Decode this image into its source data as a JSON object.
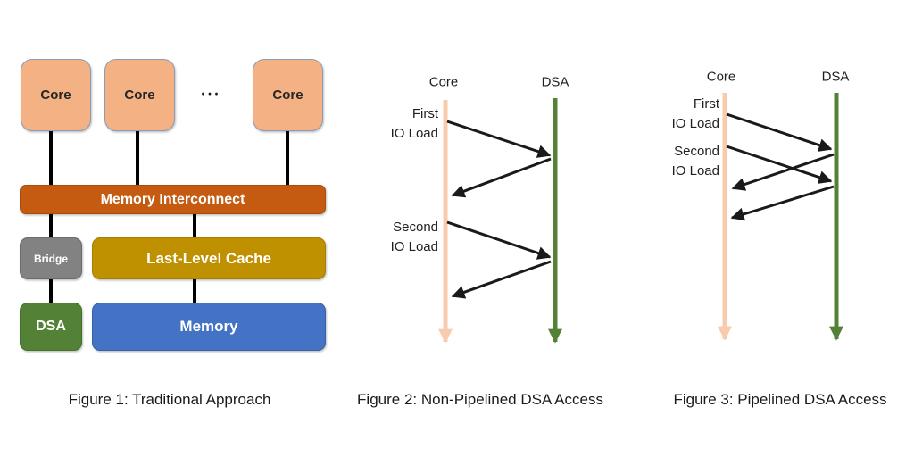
{
  "figure1": {
    "caption": "Figure 1: Traditional Approach",
    "cores": [
      "Core",
      "Core",
      "Core"
    ],
    "ellipsis": "•••",
    "blocks": {
      "memory_interconnect": "Memory Interconnect",
      "bridge": "Bridge",
      "last_level_cache": "Last-Level Cache",
      "dsa": "DSA",
      "memory": "Memory"
    }
  },
  "figure2": {
    "caption": "Figure 2: Non-Pipelined DSA Access",
    "core_header": "Core",
    "dsa_header": "DSA",
    "first_label": [
      "First",
      "IO Load"
    ],
    "second_label": [
      "Second",
      "IO Load"
    ]
  },
  "figure3": {
    "caption": "Figure 3: Pipelined DSA Access",
    "core_header": "Core",
    "dsa_header": "DSA",
    "first_label": [
      "First",
      "IO Load"
    ],
    "second_label": [
      "Second",
      "IO Load"
    ]
  },
  "colors": {
    "core_fill": "#F4B183",
    "core_border": "#8C9CB4",
    "interconnect_fill": "#C55A11",
    "bridge_fill": "#828282",
    "cache_fill": "#BF9000",
    "dsa_fill": "#538135",
    "memory_fill": "#4472C4",
    "timeline_core": "#F8CBAD",
    "timeline_dsa": "#538135",
    "arrow_color": "#1A1A1A",
    "connector_color": "#000000"
  }
}
